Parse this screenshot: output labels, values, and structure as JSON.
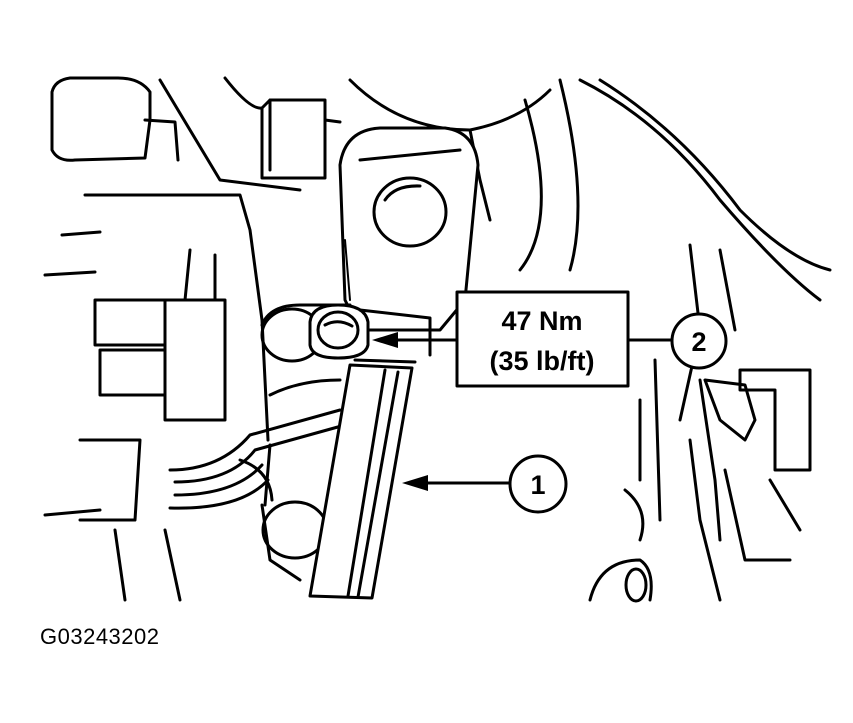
{
  "torque_callout": {
    "metric": "47 Nm",
    "imperial": "(35 lb/ft)"
  },
  "callouts": [
    {
      "number": "1"
    },
    {
      "number": "2"
    }
  ],
  "figure_id": "G03243202"
}
